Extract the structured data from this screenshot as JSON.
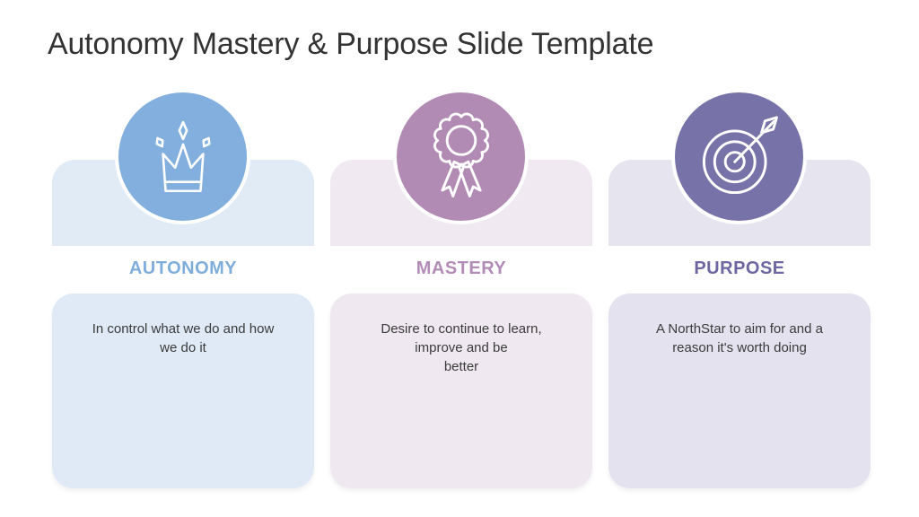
{
  "slide": {
    "title": "Autonomy Mastery & Purpose Slide Template",
    "title_color": "#333333",
    "background": "#ffffff",
    "body_text_color": "#3B3B3B"
  },
  "columns": [
    {
      "id": "autonomy",
      "label": "AUTONOMY",
      "icon": "crown-icon",
      "body_lines": [
        "In control what we do and how",
        "we do it"
      ],
      "colors": {
        "circle": "#82AFDD",
        "band": "#E1EBF5",
        "body": "#DFEAF6",
        "label": "#7FAEDC"
      }
    },
    {
      "id": "mastery",
      "label": "MASTERY",
      "icon": "award-ribbon-icon",
      "body_lines": [
        "Desire to continue to learn,",
        "improve and be",
        "better"
      ],
      "colors": {
        "circle": "#B18BB4",
        "band": "#F0E9F1",
        "body": "#EFE8F0",
        "label": "#B28CB6"
      }
    },
    {
      "id": "purpose",
      "label": "PURPOSE",
      "icon": "target-arrow-icon",
      "body_lines": [
        "A NorthStar to aim for and a",
        "reason it's worth doing"
      ],
      "colors": {
        "circle": "#7772A7",
        "band": "#E6E4EF",
        "body": "#E4E2EE",
        "label": "#6D66A0"
      }
    }
  ]
}
